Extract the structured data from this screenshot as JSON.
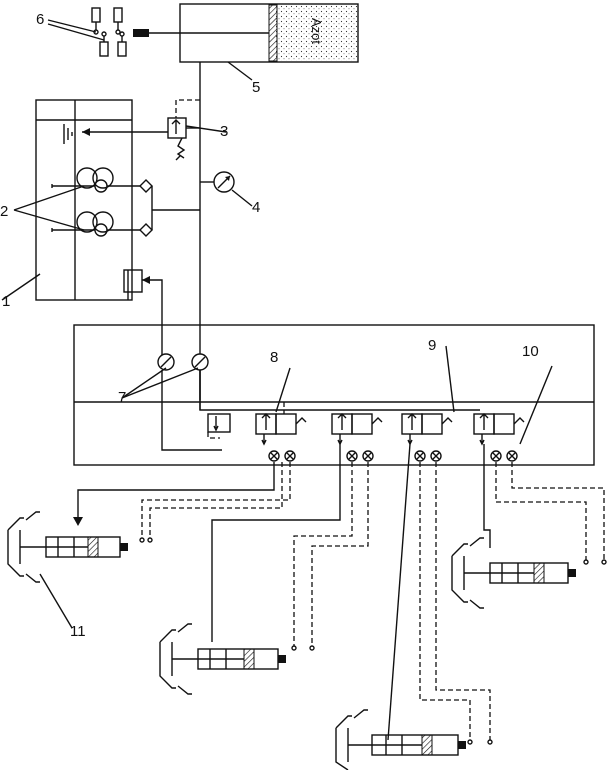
{
  "tank": {
    "gas_label": "Azot"
  },
  "labels": {
    "n1": "1",
    "n2": "2",
    "n3": "3",
    "n4": "4",
    "n5": "5",
    "n6": "6",
    "n7": "7",
    "n8": "8",
    "n9": "9",
    "n10": "10",
    "n11": "11"
  }
}
